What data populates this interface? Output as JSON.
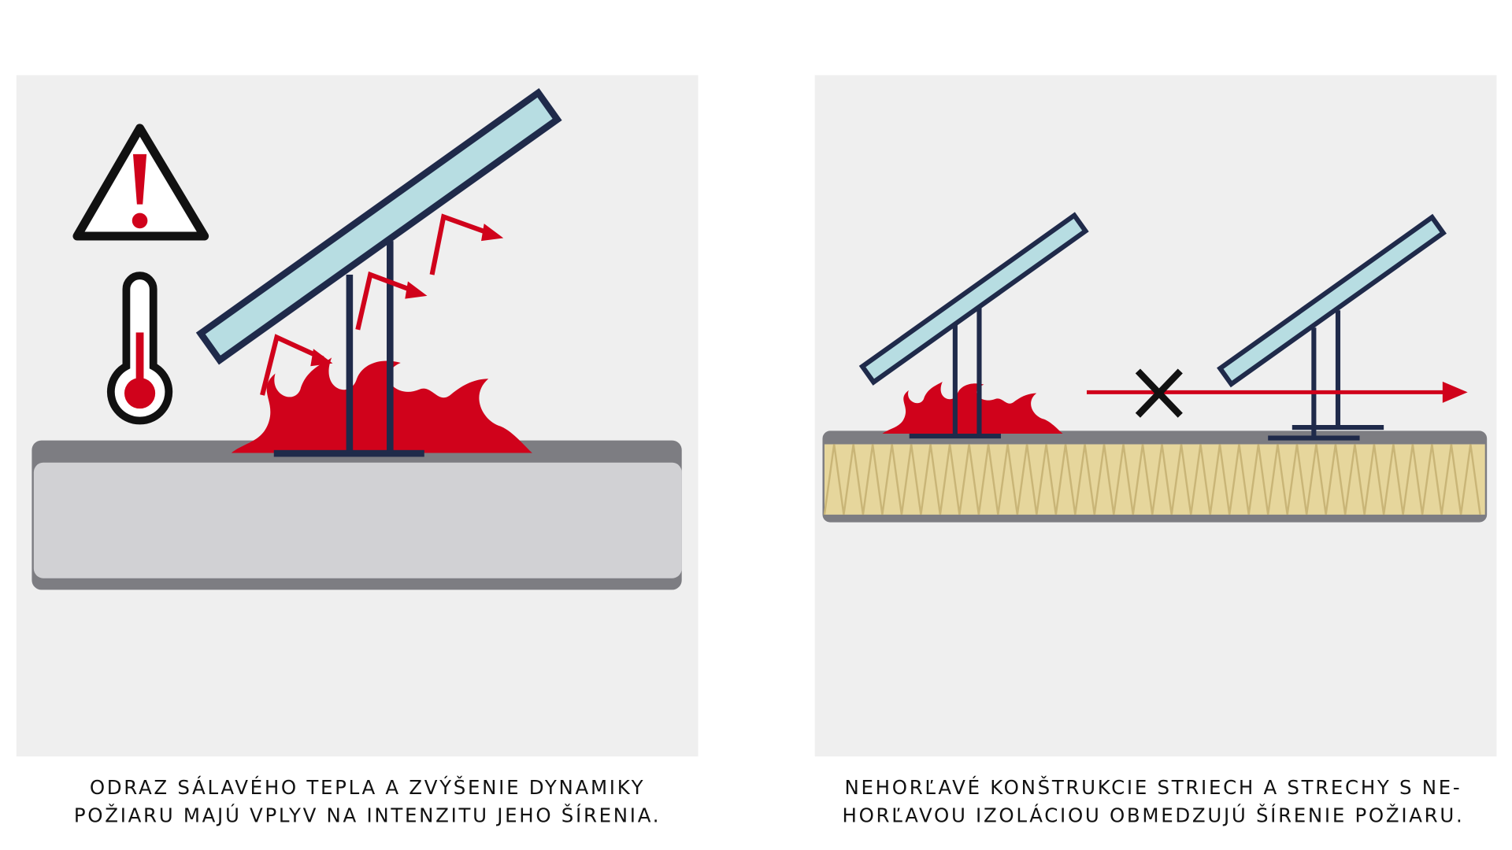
{
  "left_panel": {
    "caption_line1": "ODRAZ SÁLAVÉHO TEPLA A ZVÝŠENIE DYNAMIKY",
    "caption_line2": "POŽIARU MAJÚ VPLYV NA INTENZITU JEHO ŠÍRENIA.",
    "icons": [
      "warning-triangle-icon",
      "thermometer-icon"
    ]
  },
  "right_panel": {
    "caption_line1": "NEHORĽAVÉ KONŠTRUKCIE STRIECH A STRECHY S NE-",
    "caption_line2": "HORĽAVOU IZOLÁCIOU OBMEDZUJÚ ŠÍRENIE POŽIARU.",
    "icons": [
      "blocked-x-icon"
    ]
  },
  "colors": {
    "fire": "#d0021b",
    "panel_fill": "#b7dde2",
    "panel_stroke": "#1f2a4a",
    "background": "#efefef",
    "insulation": "#e6d69c"
  }
}
